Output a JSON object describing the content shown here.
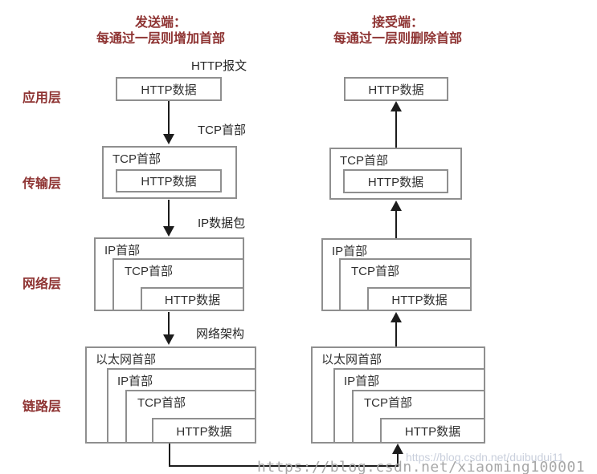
{
  "colors": {
    "accent_dark_red": "#8e3332",
    "box_border_gray": "#8f8f8f",
    "arrow_black": "#1c1c1c",
    "box_text": "#303030",
    "watermark_small": "#c9cfdc",
    "watermark_large": "#a8a8a8"
  },
  "send": {
    "title_line1": "发送端：",
    "title_line2": "每通过一层则增加首部",
    "arrow_labels": {
      "http_message": "HTTP报文",
      "tcp_header": "TCP首部",
      "ip_packet": "IP数据包",
      "network_arch": "网络架构"
    }
  },
  "receive": {
    "title_line1": "接受端：",
    "title_line2": "每通过一层则删除首部"
  },
  "layers": [
    {
      "label": "应用层"
    },
    {
      "label": "传输层"
    },
    {
      "label": "网络层"
    },
    {
      "label": "链路层"
    }
  ],
  "box_labels": {
    "http_data": "HTTP数据",
    "tcp_header": "TCP首部",
    "ip_header": "IP首部",
    "ethernet_header": "以太网首部"
  },
  "watermarks": {
    "small": "https://blog.csdn.net/duibudui11",
    "large": "https://blog.csdn.net/xiaoming100001"
  }
}
